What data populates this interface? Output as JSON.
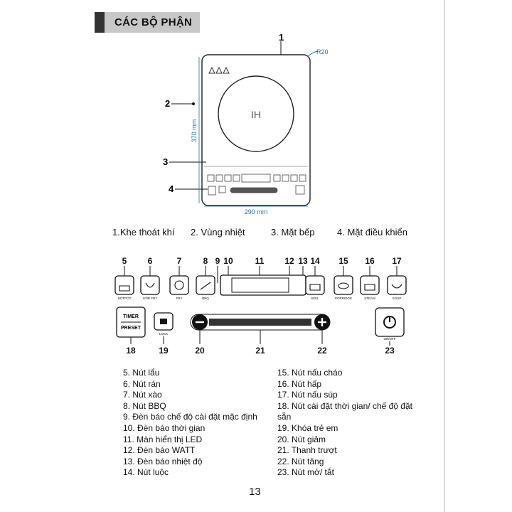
{
  "heading": "CÁC BỘ PHẬN",
  "top_diagram": {
    "callouts": [
      "1",
      "2",
      "3",
      "4"
    ],
    "radius_label": "R20",
    "height_label": "370 mm",
    "width_label": "290 mm",
    "ih_label": "IH"
  },
  "parts_caption": [
    "1.Khe thoát khí",
    "2. Vùng nhiệt",
    "3. Mặt bếp",
    "4. Mặt điều khiển"
  ],
  "panel": {
    "numbers": [
      "5",
      "6",
      "7",
      "8",
      "9",
      "10",
      "11",
      "12",
      "13",
      "14",
      "15",
      "16",
      "17",
      "18",
      "19",
      "20",
      "21",
      "22",
      "23"
    ],
    "button_labels": [
      "HOTPOT",
      "STIR FRY",
      "FRY",
      "BBQ",
      "BOIL",
      "PORRIDGE",
      "STEAM",
      "SOUP"
    ],
    "timer_label": "TIMER",
    "preset_label": "PRESET",
    "lock_label": "LOCK",
    "onoff_label": "ON/OFF"
  },
  "legend_left": [
    "5. Nút lẩu",
    "6. Nút rán",
    "7. Nút xào",
    "8. Nút BBQ",
    "9. Đèn báo chế độ cài đặt mặc định",
    "10. Đèn báo thời gian",
    "11. Màn hiển thị LED",
    "12. Đèn báo WATT",
    "13. Đèn báo nhiệt độ",
    "14. Nút luộc"
  ],
  "legend_right": [
    "15. Nút nấu cháo",
    "16. Nút hấp",
    "17. Nút nấu súp",
    "18. Nút cài đặt thời gian/ chế độ đặt",
    "sẵn",
    "19. Khóa trẻ em",
    "20. Nút giảm",
    "21. Thanh trượt",
    "22. Nút tăng",
    "23. Nút mở/ tắt"
  ],
  "page_number": "13"
}
